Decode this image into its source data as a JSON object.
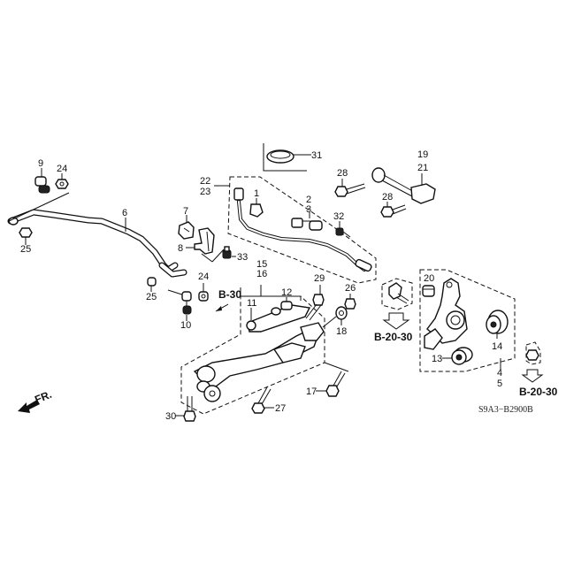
{
  "diagram": {
    "title": "Rear Lower Arm / Stabilizer / Knuckle Parts Diagram",
    "part_labels": {
      "p1": "1",
      "p2": "2",
      "p3": "3",
      "p4": "4",
      "p5": "5",
      "p6": "6",
      "p7": "7",
      "p8": "8",
      "p9": "9",
      "p10": "10",
      "p11": "11",
      "p12": "12",
      "p13": "13",
      "p14": "14",
      "p15": "15",
      "p16": "16",
      "p17": "17",
      "p18": "18",
      "p19": "19",
      "p20": "20",
      "p21": "21",
      "p22": "22",
      "p23": "23",
      "p24a": "24",
      "p24b": "24",
      "p25a": "25",
      "p25b": "25",
      "p26": "26",
      "p27": "27",
      "p28a": "28",
      "p28b": "28",
      "p29": "29",
      "p30": "30",
      "p31": "31",
      "p32": "32",
      "p33": "33"
    },
    "references": {
      "b30": "B-30",
      "b2030_left": "B-20-30",
      "b2030_right": "B-20-30"
    },
    "front_indicator": "FR.",
    "diagram_code": "S9A3−B2900B"
  }
}
